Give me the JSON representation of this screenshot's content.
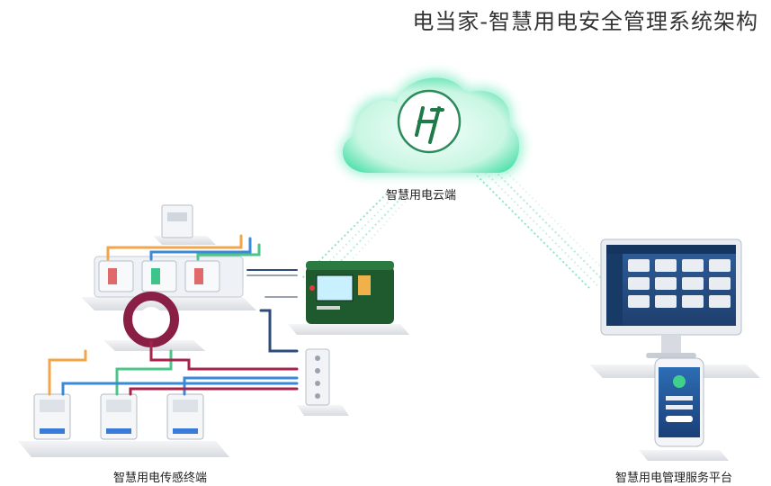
{
  "title": "电当家-智慧用电安全管理系统架构",
  "cloud_label": "智慧用电云端",
  "sensor_label": "智慧用电传感终端",
  "platform_label": "智慧用电管理服务平台",
  "logo_text": "hy",
  "colors": {
    "cloud_green": "#3fe0a8",
    "cloud_light": "#eafff6",
    "data_stream": "#5fd3a8",
    "device_dark_green": "#1f5a2e",
    "wire_orange": "#f2a64a",
    "wire_blue": "#3a88d8",
    "wire_green": "#4cc48a",
    "wire_crimson": "#a8234c",
    "wire_navy": "#2e4c7a"
  }
}
